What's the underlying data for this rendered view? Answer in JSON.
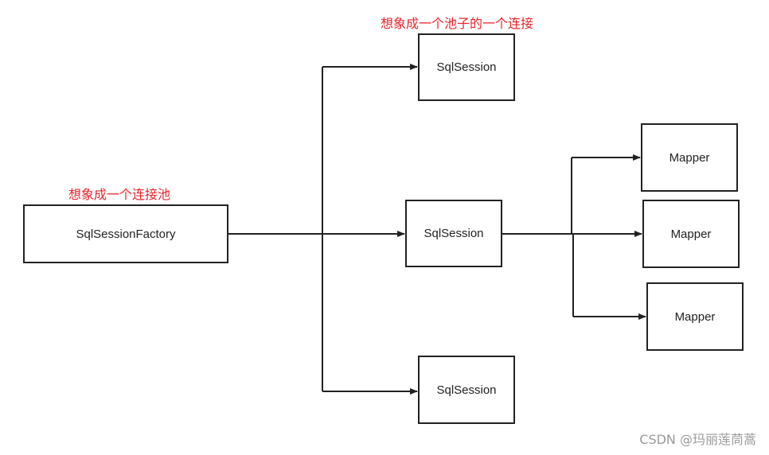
{
  "diagram": {
    "factory": {
      "label": "SqlSessionFactory",
      "note": "想象成一个连接池"
    },
    "sessions": [
      {
        "label": "SqlSession",
        "note": "想象成一个池子的一个连接"
      },
      {
        "label": "SqlSession"
      },
      {
        "label": "SqlSession"
      }
    ],
    "mappers": [
      {
        "label": "Mapper"
      },
      {
        "label": "Mapper"
      },
      {
        "label": "Mapper"
      }
    ]
  },
  "watermark": "CSDN @玛丽莲茼蒿"
}
